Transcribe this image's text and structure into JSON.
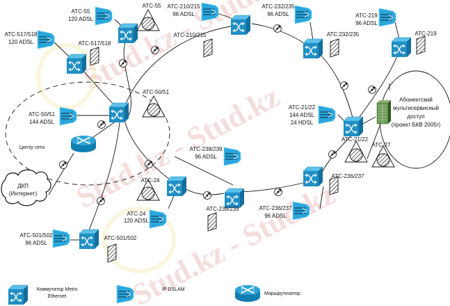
{
  "watermark": "Stud.kz - Stud.kz",
  "colors": {
    "switch_front": "#1f8fc4",
    "switch_top": "#5cc0e8",
    "switch_side": "#136e9c",
    "dslam": "#29a7dd",
    "rack": "#4f7a3a",
    "watermark": "#e8b4b4"
  },
  "switches": [
    {
      "id": "sw-55",
      "label": ""
    },
    {
      "id": "sw-517-518",
      "label": ""
    },
    {
      "id": "sw-50-51",
      "label": ""
    },
    {
      "id": "sw-210-215",
      "label": ""
    },
    {
      "id": "sw-232-235",
      "label": ""
    },
    {
      "id": "sw-219",
      "label": ""
    },
    {
      "id": "sw-21-22",
      "label": "АТС-21/22"
    },
    {
      "id": "sw-236-237",
      "label": ""
    },
    {
      "id": "sw-238-239",
      "label": "АТС-238/239"
    },
    {
      "id": "sw-24",
      "label": ""
    },
    {
      "id": "sw-501-502",
      "label": ""
    }
  ],
  "dslams": [
    {
      "id": "dslam-55",
      "line1": "АТС-55",
      "line2": "120  ADSL",
      "line3": ""
    },
    {
      "id": "dslam-517-518",
      "line1": "АТС-517/518",
      "line2": "120  ADSL",
      "line3": ""
    },
    {
      "id": "dslam-210-215",
      "line1": "АТС-210/215",
      "line2": "96  ADSL",
      "line3": ""
    },
    {
      "id": "dslam-232-235",
      "line1": "АТС-232/235",
      "line2": "96  ADSL",
      "line3": ""
    },
    {
      "id": "dslam-219",
      "line1": "АТС-219",
      "line2": "96  ADSL",
      "line3": ""
    },
    {
      "id": "dslam-50-51",
      "line1": "АТС-50/51",
      "line2": "144  ADSL",
      "line3": ""
    },
    {
      "id": "dslam-21-22",
      "line1": "АТС-21/22",
      "line2": "144  ADSL",
      "line3": "24  HDSL"
    },
    {
      "id": "dslam-238-239",
      "line1": "АТС-238/239",
      "line2": "96  ADSL",
      "line3": ""
    },
    {
      "id": "dslam-236-237",
      "line1": "АТС-236/237",
      "line2": "96  ADSL",
      "line3": ""
    },
    {
      "id": "dslam-24",
      "line1": "АТС-24",
      "line2": "120  ADSL",
      "line3": ""
    },
    {
      "id": "dslam-501-502",
      "line1": "АТС-501/502",
      "line2": "96  ADSL",
      "line3": ""
    }
  ],
  "exchanges_triangle": [
    {
      "id": "tri-55",
      "label": "АТС-55"
    },
    {
      "id": "tri-50-51",
      "label": "АТС-50/51"
    },
    {
      "id": "tri-21-22",
      "label": ""
    },
    {
      "id": "tri-27",
      "label": "АТС-27"
    },
    {
      "id": "tri-24",
      "label": "АТС-24"
    }
  ],
  "exchanges_panel": [
    {
      "id": "pnl-517-518",
      "label": "АТС-517/518"
    },
    {
      "id": "pnl-210-215",
      "label": "АТС-210/215"
    },
    {
      "id": "pnl-232-235",
      "label": "АТС:232/235"
    },
    {
      "id": "pnl-219",
      "label": "АТС-219"
    },
    {
      "id": "pnl-236-237",
      "label": "АТС-236/237"
    },
    {
      "id": "pnl-238-239",
      "label": ""
    },
    {
      "id": "pnl-501-502",
      "label": "АТС-501/502"
    }
  ],
  "network_center": {
    "label": "Центр сети"
  },
  "internet_cloud": {
    "line1": "ДКП",
    "line2": "(Интернет)"
  },
  "multiservice": {
    "line1": "Абонентский",
    "line2": "мультисервисный",
    "line3": "доступ",
    "line4": "(проект БКВ 2005г)"
  },
  "legend": {
    "switch": {
      "line1": "Коммутатор Metro",
      "line2": "Ethernet"
    },
    "dslam": {
      "line1": "IP DSLAM"
    },
    "router": {
      "line1": "Маршрутизатор"
    }
  }
}
